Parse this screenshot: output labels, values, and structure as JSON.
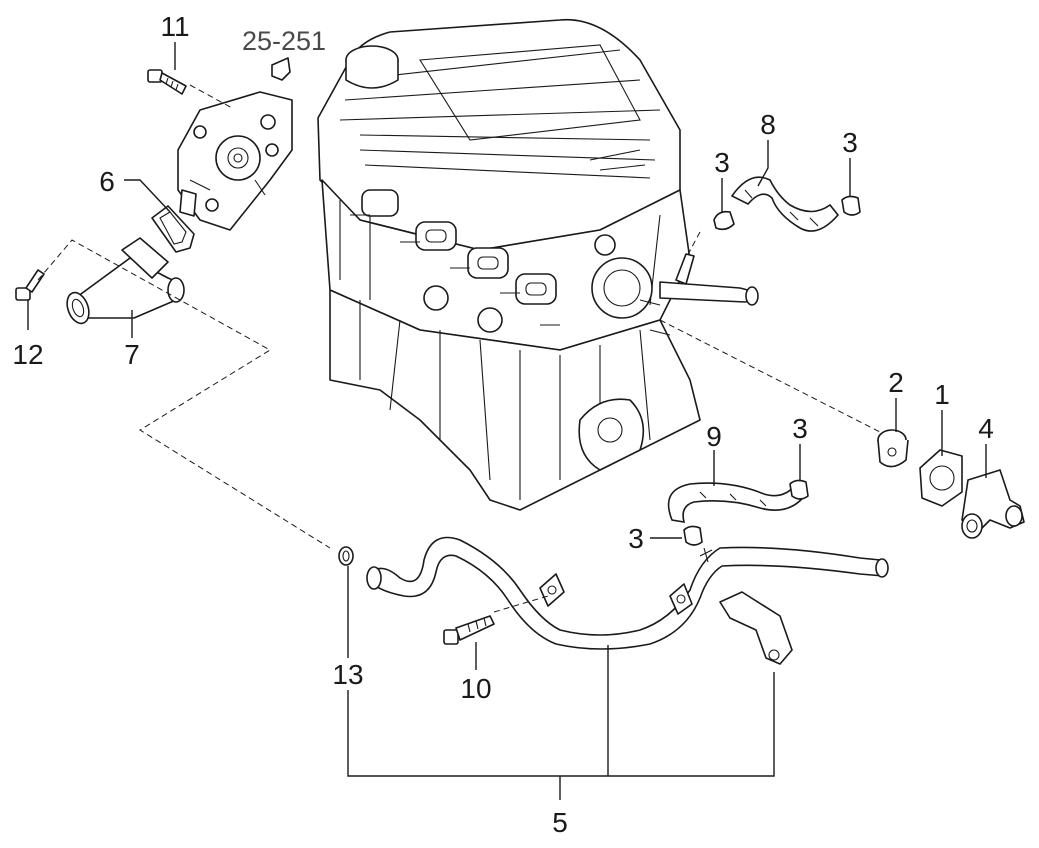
{
  "labels": {
    "l1": "1",
    "l2": "2",
    "l3a": "3",
    "l3b": "3",
    "l3c": "3",
    "l3d": "3",
    "l4": "4",
    "l5": "5",
    "l6": "6",
    "l7": "7",
    "l8": "8",
    "l9": "9",
    "l10": "10",
    "l11": "11",
    "l12": "12",
    "l13": "13",
    "ref": "25-251"
  }
}
